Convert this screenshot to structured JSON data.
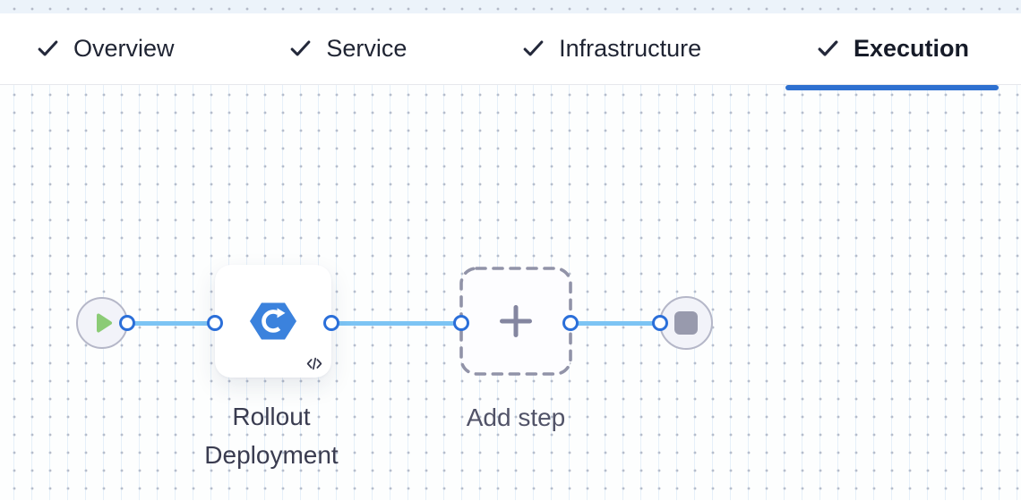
{
  "tabs": {
    "items": [
      {
        "label": "Overview",
        "icon": "check-icon",
        "completed": true,
        "active": false
      },
      {
        "label": "Service",
        "icon": "check-icon",
        "completed": true,
        "active": false
      },
      {
        "label": "Infrastructure",
        "icon": "check-icon",
        "completed": true,
        "active": false
      },
      {
        "label": "Execution",
        "icon": "check-icon",
        "completed": true,
        "active": true
      }
    ]
  },
  "pipeline": {
    "start_node": {
      "icon": "play-icon"
    },
    "steps": [
      {
        "label": "Rollout Deployment",
        "icon": "rollout-deployment-icon",
        "badge_icon": "code-icon"
      }
    ],
    "add_step": {
      "label": "Add step",
      "icon": "plus-icon"
    },
    "end_node": {
      "icon": "stop-icon"
    }
  },
  "colors": {
    "active_tab_underline": "#2e70d0",
    "tab_text": "#1f2433",
    "connector_line": "#7cc4f4",
    "port_ring": "#2b6fd9",
    "step_icon_blue": "#3b82dd",
    "play_green": "#8bcb76",
    "stop_gray": "#989aad",
    "dashed_border": "#9193a8",
    "label_text": "#3a3c50"
  }
}
